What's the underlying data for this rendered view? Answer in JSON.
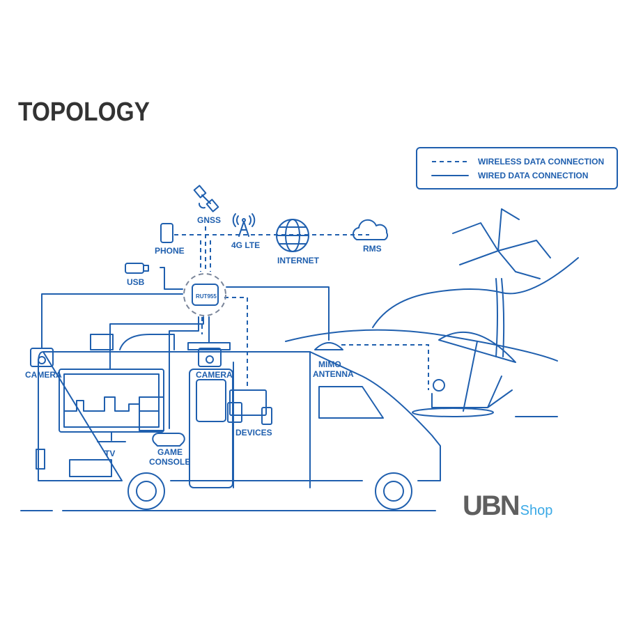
{
  "title": "TOPOLOGY",
  "legend": {
    "wireless": "WIRELESS DATA CONNECTION",
    "wired": "WIRED DATA CONNECTION"
  },
  "nodes": {
    "gnss": "GNSS",
    "phone": "PHONE",
    "lte": "4G LTE",
    "internet": "INTERNET",
    "rms": "RMS",
    "usb": "USB",
    "router": "RUT955",
    "camera_left": "CAMERA",
    "camera_center": "CAMERA",
    "mimo_line1": "MIMO",
    "mimo_line2": "ANTENNA",
    "tv": "TV",
    "game_line1": "GAME",
    "game_line2": "CONSOLE",
    "devices": "DEVICES"
  },
  "logo": {
    "main": "UBN",
    "sub": "Shop"
  },
  "colors": {
    "line": "#1f5fae",
    "title": "#333333",
    "logo_gray": "#5f5f5f",
    "logo_blue": "#3aa9e6"
  }
}
